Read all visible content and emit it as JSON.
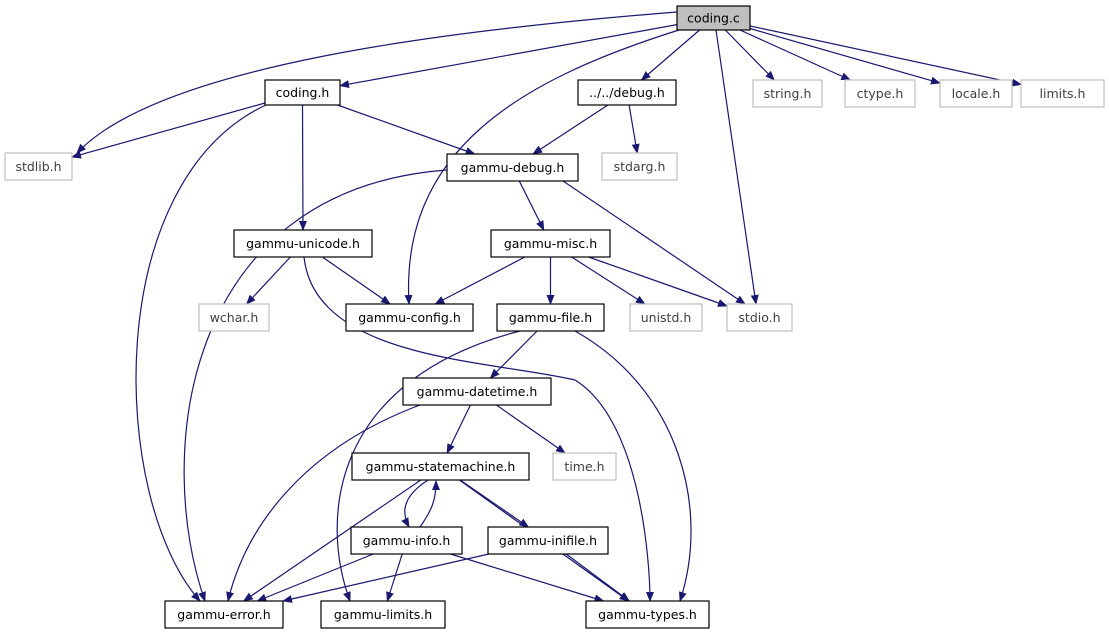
{
  "colors": {
    "edge": "#191970",
    "node_border": "#000000",
    "node_border_external": "#bfbfbf",
    "root_fill": "#bfbfbf",
    "node_fill": "#ffffff",
    "text_normal": "#000000",
    "text_external": "#404040"
  },
  "nodes": [
    {
      "id": "coding_c",
      "label": "coding.c",
      "kind": "root"
    },
    {
      "id": "coding_h",
      "label": "coding.h",
      "kind": "local"
    },
    {
      "id": "debug_h",
      "label": "../../debug.h",
      "kind": "local"
    },
    {
      "id": "string_h",
      "label": "string.h",
      "kind": "external"
    },
    {
      "id": "ctype_h",
      "label": "ctype.h",
      "kind": "external"
    },
    {
      "id": "locale_h",
      "label": "locale.h",
      "kind": "external"
    },
    {
      "id": "limits_h",
      "label": "limits.h",
      "kind": "external"
    },
    {
      "id": "stdlib_h",
      "label": "stdlib.h",
      "kind": "external"
    },
    {
      "id": "gammu_debug_h",
      "label": "gammu-debug.h",
      "kind": "local"
    },
    {
      "id": "stdarg_h",
      "label": "stdarg.h",
      "kind": "external"
    },
    {
      "id": "gammu_unicode_h",
      "label": "gammu-unicode.h",
      "kind": "local"
    },
    {
      "id": "gammu_misc_h",
      "label": "gammu-misc.h",
      "kind": "local"
    },
    {
      "id": "wchar_h",
      "label": "wchar.h",
      "kind": "external"
    },
    {
      "id": "gammu_config_h",
      "label": "gammu-config.h",
      "kind": "local"
    },
    {
      "id": "gammu_file_h",
      "label": "gammu-file.h",
      "kind": "local"
    },
    {
      "id": "unistd_h",
      "label": "unistd.h",
      "kind": "external"
    },
    {
      "id": "stdio_h",
      "label": "stdio.h",
      "kind": "external"
    },
    {
      "id": "gammu_datetime_h",
      "label": "gammu-datetime.h",
      "kind": "local"
    },
    {
      "id": "gammu_statemachine_h",
      "label": "gammu-statemachine.h",
      "kind": "local"
    },
    {
      "id": "time_h",
      "label": "time.h",
      "kind": "external"
    },
    {
      "id": "gammu_info_h",
      "label": "gammu-info.h",
      "kind": "local"
    },
    {
      "id": "gammu_inifile_h",
      "label": "gammu-inifile.h",
      "kind": "local"
    },
    {
      "id": "gammu_error_h",
      "label": "gammu-error.h",
      "kind": "local"
    },
    {
      "id": "gammu_limits_h",
      "label": "gammu-limits.h",
      "kind": "local"
    },
    {
      "id": "gammu_types_h",
      "label": "gammu-types.h",
      "kind": "local"
    }
  ],
  "edges": [
    {
      "from": "coding_c",
      "to": "coding_h"
    },
    {
      "from": "coding_c",
      "to": "debug_h"
    },
    {
      "from": "coding_c",
      "to": "string_h"
    },
    {
      "from": "coding_c",
      "to": "ctype_h"
    },
    {
      "from": "coding_c",
      "to": "locale_h"
    },
    {
      "from": "coding_c",
      "to": "limits_h"
    },
    {
      "from": "coding_c",
      "to": "stdlib_h"
    },
    {
      "from": "coding_c",
      "to": "gammu_config_h"
    },
    {
      "from": "coding_c",
      "to": "stdio_h"
    },
    {
      "from": "coding_h",
      "to": "stdlib_h"
    },
    {
      "from": "coding_h",
      "to": "gammu_debug_h"
    },
    {
      "from": "coding_h",
      "to": "gammu_unicode_h"
    },
    {
      "from": "coding_h",
      "to": "gammu_error_h"
    },
    {
      "from": "debug_h",
      "to": "gammu_debug_h"
    },
    {
      "from": "debug_h",
      "to": "stdarg_h"
    },
    {
      "from": "gammu_debug_h",
      "to": "gammu_misc_h"
    },
    {
      "from": "gammu_debug_h",
      "to": "stdio_h"
    },
    {
      "from": "gammu_debug_h",
      "to": "gammu_error_h"
    },
    {
      "from": "gammu_unicode_h",
      "to": "wchar_h"
    },
    {
      "from": "gammu_unicode_h",
      "to": "gammu_config_h"
    },
    {
      "from": "gammu_unicode_h",
      "to": "gammu_types_h"
    },
    {
      "from": "gammu_misc_h",
      "to": "gammu_config_h"
    },
    {
      "from": "gammu_misc_h",
      "to": "gammu_file_h"
    },
    {
      "from": "gammu_misc_h",
      "to": "unistd_h"
    },
    {
      "from": "gammu_misc_h",
      "to": "stdio_h"
    },
    {
      "from": "gammu_file_h",
      "to": "gammu_datetime_h"
    },
    {
      "from": "gammu_file_h",
      "to": "gammu_limits_h"
    },
    {
      "from": "gammu_file_h",
      "to": "gammu_types_h"
    },
    {
      "from": "gammu_datetime_h",
      "to": "gammu_statemachine_h"
    },
    {
      "from": "gammu_datetime_h",
      "to": "time_h"
    },
    {
      "from": "gammu_datetime_h",
      "to": "gammu_error_h"
    },
    {
      "from": "gammu_statemachine_h",
      "to": "gammu_info_h"
    },
    {
      "from": "gammu_statemachine_h",
      "to": "gammu_inifile_h"
    },
    {
      "from": "gammu_statemachine_h",
      "to": "gammu_error_h"
    },
    {
      "from": "gammu_statemachine_h",
      "to": "gammu_types_h"
    },
    {
      "from": "gammu_info_h",
      "to": "gammu_statemachine_h"
    },
    {
      "from": "gammu_info_h",
      "to": "gammu_error_h"
    },
    {
      "from": "gammu_info_h",
      "to": "gammu_limits_h"
    },
    {
      "from": "gammu_info_h",
      "to": "gammu_types_h"
    },
    {
      "from": "gammu_inifile_h",
      "to": "gammu_error_h"
    },
    {
      "from": "gammu_inifile_h",
      "to": "gammu_types_h"
    }
  ]
}
